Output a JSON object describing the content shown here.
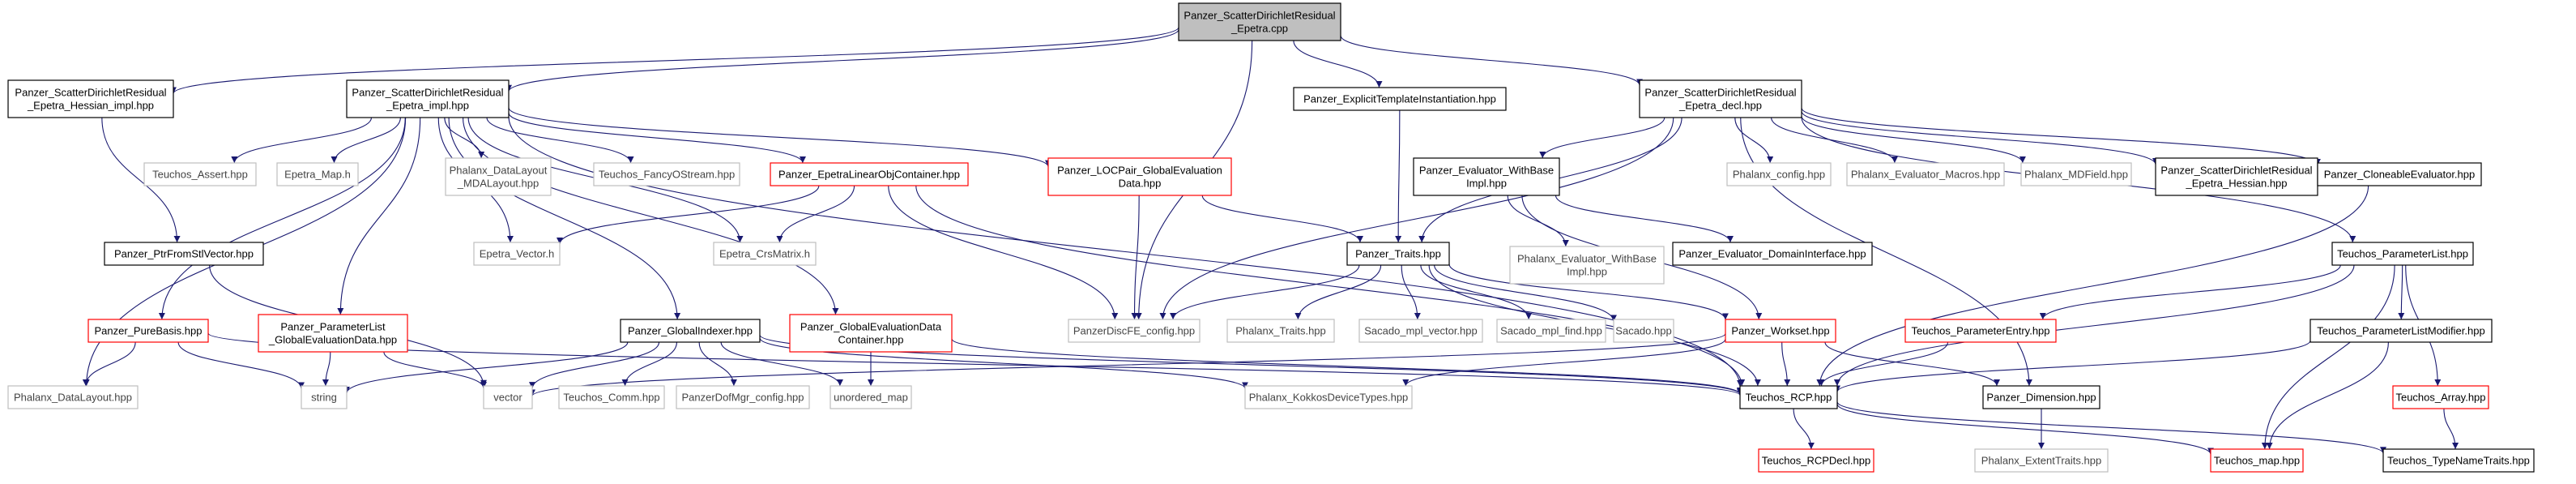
{
  "colors": {
    "edge": "#191970",
    "root_fill": "#bfbfbf",
    "root_border": "#000000",
    "black_border": "#000000",
    "red_border": "#ff0000",
    "grey_border": "#bfbfbf"
  },
  "nodes": [
    {
      "id": "root",
      "lines": [
        "Panzer_ScatterDirichletResidual",
        "_Epetra.cpp"
      ],
      "style": "root"
    },
    {
      "id": "hessian_impl",
      "lines": [
        "Panzer_ScatterDirichletResidual",
        "_Epetra_Hessian_impl.hpp"
      ],
      "style": "black"
    },
    {
      "id": "impl",
      "lines": [
        "Panzer_ScatterDirichletResidual",
        "_Epetra_impl.hpp"
      ],
      "style": "black"
    },
    {
      "id": "explicit",
      "lines": [
        "Panzer_ExplicitTemplateInstantiation.hpp"
      ],
      "style": "black"
    },
    {
      "id": "decl",
      "lines": [
        "Panzer_ScatterDirichletResidual",
        "_Epetra_decl.hpp"
      ],
      "style": "black"
    },
    {
      "id": "assert",
      "lines": [
        "Teuchos_Assert.hpp"
      ],
      "style": "grey"
    },
    {
      "id": "epetra_map",
      "lines": [
        "Epetra_Map.h"
      ],
      "style": "grey"
    },
    {
      "id": "mdalayout",
      "lines": [
        "Phalanx_DataLayout",
        "_MDALayout.hpp"
      ],
      "style": "grey"
    },
    {
      "id": "fancy",
      "lines": [
        "Teuchos_FancyOStream.hpp"
      ],
      "style": "grey"
    },
    {
      "id": "eloc",
      "lines": [
        "Panzer_EpetraLinearObjContainer.hpp"
      ],
      "style": "red"
    },
    {
      "id": "locpair",
      "lines": [
        "Panzer_LOCPair_GlobalEvaluation",
        "Data.hpp"
      ],
      "style": "red"
    },
    {
      "id": "evalbase",
      "lines": [
        "Panzer_Evaluator_WithBase",
        "Impl.hpp"
      ],
      "style": "black"
    },
    {
      "id": "phx_config",
      "lines": [
        "Phalanx_config.hpp"
      ],
      "style": "grey"
    },
    {
      "id": "eval_macros",
      "lines": [
        "Phalanx_Evaluator_Macros.hpp"
      ],
      "style": "grey"
    },
    {
      "id": "mdfield",
      "lines": [
        "Phalanx_MDField.hpp"
      ],
      "style": "grey"
    },
    {
      "id": "hessian",
      "lines": [
        "Panzer_ScatterDirichletResidual",
        "_Epetra_Hessian.hpp"
      ],
      "style": "black"
    },
    {
      "id": "cloneable",
      "lines": [
        "Panzer_CloneableEvaluator.hpp"
      ],
      "style": "black"
    },
    {
      "id": "ptrfrom",
      "lines": [
        "Panzer_PtrFromStlVector.hpp"
      ],
      "style": "black"
    },
    {
      "id": "epetra_vector",
      "lines": [
        "Epetra_Vector.h"
      ],
      "style": "grey"
    },
    {
      "id": "crs",
      "lines": [
        "Epetra_CrsMatrix.h"
      ],
      "style": "grey"
    },
    {
      "id": "traits",
      "lines": [
        "Panzer_Traits.hpp"
      ],
      "style": "black"
    },
    {
      "id": "phx_evalbase",
      "lines": [
        "Phalanx_Evaluator_WithBase",
        "Impl.hpp"
      ],
      "style": "grey"
    },
    {
      "id": "domain_iface",
      "lines": [
        "Panzer_Evaluator_DomainInterface.hpp"
      ],
      "style": "black"
    },
    {
      "id": "paramlist",
      "lines": [
        "Teuchos_ParameterList.hpp"
      ],
      "style": "black"
    },
    {
      "id": "purebasis",
      "lines": [
        "Panzer_PureBasis.hpp"
      ],
      "style": "red"
    },
    {
      "id": "pl_ged",
      "lines": [
        "Panzer_ParameterList",
        "_GlobalEvaluationData.hpp"
      ],
      "style": "red"
    },
    {
      "id": "gindexer",
      "lines": [
        "Panzer_GlobalIndexer.hpp"
      ],
      "style": "black"
    },
    {
      "id": "ged_container",
      "lines": [
        "Panzer_GlobalEvaluationData",
        "Container.hpp"
      ],
      "style": "red"
    },
    {
      "id": "discfe",
      "lines": [
        "PanzerDiscFE_config.hpp"
      ],
      "style": "grey"
    },
    {
      "id": "phx_traits",
      "lines": [
        "Phalanx_Traits.hpp"
      ],
      "style": "grey"
    },
    {
      "id": "mpl_vector",
      "lines": [
        "Sacado_mpl_vector.hpp"
      ],
      "style": "grey"
    },
    {
      "id": "mpl_find",
      "lines": [
        "Sacado_mpl_find.hpp"
      ],
      "style": "grey"
    },
    {
      "id": "sacado",
      "lines": [
        "Sacado.hpp"
      ],
      "style": "grey"
    },
    {
      "id": "workset",
      "lines": [
        "Panzer_Workset.hpp"
      ],
      "style": "red"
    },
    {
      "id": "param_entry",
      "lines": [
        "Teuchos_ParameterEntry.hpp"
      ],
      "style": "red"
    },
    {
      "id": "pl_modifier",
      "lines": [
        "Teuchos_ParameterListModifier.hpp"
      ],
      "style": "black"
    },
    {
      "id": "phx_datalayout",
      "lines": [
        "Phalanx_DataLayout.hpp"
      ],
      "style": "grey"
    },
    {
      "id": "string",
      "lines": [
        "string"
      ],
      "style": "grey"
    },
    {
      "id": "vector",
      "lines": [
        "vector"
      ],
      "style": "grey"
    },
    {
      "id": "comm",
      "lines": [
        "Teuchos_Comm.hpp"
      ],
      "style": "grey"
    },
    {
      "id": "dofmgr",
      "lines": [
        "PanzerDofMgr_config.hpp"
      ],
      "style": "grey"
    },
    {
      "id": "umap",
      "lines": [
        "unordered_map"
      ],
      "style": "grey"
    },
    {
      "id": "kokkos",
      "lines": [
        "Phalanx_KokkosDeviceTypes.hpp"
      ],
      "style": "grey"
    },
    {
      "id": "rcp",
      "lines": [
        "Teuchos_RCP.hpp"
      ],
      "style": "black"
    },
    {
      "id": "dimension",
      "lines": [
        "Panzer_Dimension.hpp"
      ],
      "style": "black"
    },
    {
      "id": "array",
      "lines": [
        "Teuchos_Array.hpp"
      ],
      "style": "red"
    },
    {
      "id": "rcpdecl",
      "lines": [
        "Teuchos_RCPDecl.hpp"
      ],
      "style": "red"
    },
    {
      "id": "extent",
      "lines": [
        "Phalanx_ExtentTraits.hpp"
      ],
      "style": "grey"
    },
    {
      "id": "tmap",
      "lines": [
        "Teuchos_map.hpp"
      ],
      "style": "red"
    },
    {
      "id": "typename",
      "lines": [
        "Teuchos_TypeNameTraits.hpp"
      ],
      "style": "black"
    }
  ],
  "edges": [
    [
      "root",
      "hessian_impl"
    ],
    [
      "root",
      "impl"
    ],
    [
      "root",
      "explicit"
    ],
    [
      "root",
      "decl"
    ],
    [
      "root",
      "discfe"
    ],
    [
      "hessian_impl",
      "ptrfrom"
    ],
    [
      "impl",
      "assert"
    ],
    [
      "impl",
      "epetra_map"
    ],
    [
      "impl",
      "mdalayout"
    ],
    [
      "impl",
      "fancy"
    ],
    [
      "impl",
      "eloc"
    ],
    [
      "impl",
      "locpair"
    ],
    [
      "impl",
      "epetra_vector"
    ],
    [
      "impl",
      "crs"
    ],
    [
      "impl",
      "purebasis"
    ],
    [
      "impl",
      "pl_ged"
    ],
    [
      "impl",
      "gindexer"
    ],
    [
      "impl",
      "ged_container"
    ],
    [
      "impl",
      "phx_datalayout"
    ],
    [
      "impl",
      "rcp"
    ],
    [
      "explicit",
      "traits"
    ],
    [
      "decl",
      "evalbase"
    ],
    [
      "decl",
      "phx_config"
    ],
    [
      "decl",
      "eval_macros"
    ],
    [
      "decl",
      "mdfield"
    ],
    [
      "decl",
      "hessian"
    ],
    [
      "decl",
      "cloneable"
    ],
    [
      "decl",
      "paramlist"
    ],
    [
      "decl",
      "traits"
    ],
    [
      "decl",
      "discfe"
    ],
    [
      "decl",
      "dimension"
    ],
    [
      "eloc",
      "epetra_vector"
    ],
    [
      "eloc",
      "crs"
    ],
    [
      "eloc",
      "discfe"
    ],
    [
      "eloc",
      "rcp"
    ],
    [
      "locpair",
      "discfe"
    ],
    [
      "locpair",
      "traits"
    ],
    [
      "evalbase",
      "phx_evalbase"
    ],
    [
      "evalbase",
      "domain_iface"
    ],
    [
      "evalbase",
      "workset"
    ],
    [
      "cloneable",
      "rcp"
    ],
    [
      "ptrfrom",
      "vector"
    ],
    [
      "traits",
      "discfe"
    ],
    [
      "traits",
      "phx_traits"
    ],
    [
      "traits",
      "mpl_vector"
    ],
    [
      "traits",
      "mpl_find"
    ],
    [
      "traits",
      "sacado"
    ],
    [
      "traits",
      "workset"
    ],
    [
      "traits",
      "rcp"
    ],
    [
      "paramlist",
      "param_entry"
    ],
    [
      "paramlist",
      "pl_modifier"
    ],
    [
      "paramlist",
      "rcp"
    ],
    [
      "paramlist",
      "array"
    ],
    [
      "paramlist",
      "tmap"
    ],
    [
      "purebasis",
      "phx_datalayout"
    ],
    [
      "purebasis",
      "string"
    ],
    [
      "purebasis",
      "rcp"
    ],
    [
      "pl_ged",
      "string"
    ],
    [
      "pl_ged",
      "vector"
    ],
    [
      "gindexer",
      "string"
    ],
    [
      "gindexer",
      "vector"
    ],
    [
      "gindexer",
      "comm"
    ],
    [
      "gindexer",
      "dofmgr"
    ],
    [
      "gindexer",
      "umap"
    ],
    [
      "gindexer",
      "kokkos"
    ],
    [
      "gindexer",
      "rcp"
    ],
    [
      "ged_container",
      "umap"
    ],
    [
      "ged_container",
      "rcp"
    ],
    [
      "workset",
      "vector"
    ],
    [
      "workset",
      "kokkos"
    ],
    [
      "workset",
      "dimension"
    ],
    [
      "workset",
      "rcp"
    ],
    [
      "param_entry",
      "rcp"
    ],
    [
      "pl_modifier",
      "rcp"
    ],
    [
      "pl_modifier",
      "tmap"
    ],
    [
      "rcp",
      "rcpdecl"
    ],
    [
      "rcp",
      "tmap"
    ],
    [
      "rcp",
      "typename"
    ],
    [
      "dimension",
      "extent"
    ],
    [
      "array",
      "typename"
    ]
  ]
}
